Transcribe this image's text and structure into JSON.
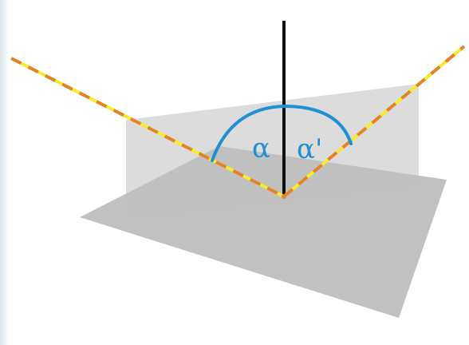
{
  "labels": {
    "angle_incident": "α",
    "angle_reflected": "α'"
  },
  "colors": {
    "ray_dash_primary": "#e4832b",
    "ray_dash_secondary": "#f6ec2a",
    "normal_line": "#111111",
    "angle_arc": "#1f8fd6",
    "plane_of_incidence": "#bdbdbd",
    "reflecting_surface": "#9a9a9a"
  },
  "icons": {
    "incident_ray": "dashed-ray",
    "reflected_ray": "dashed-ray",
    "normal": "normal-line"
  }
}
